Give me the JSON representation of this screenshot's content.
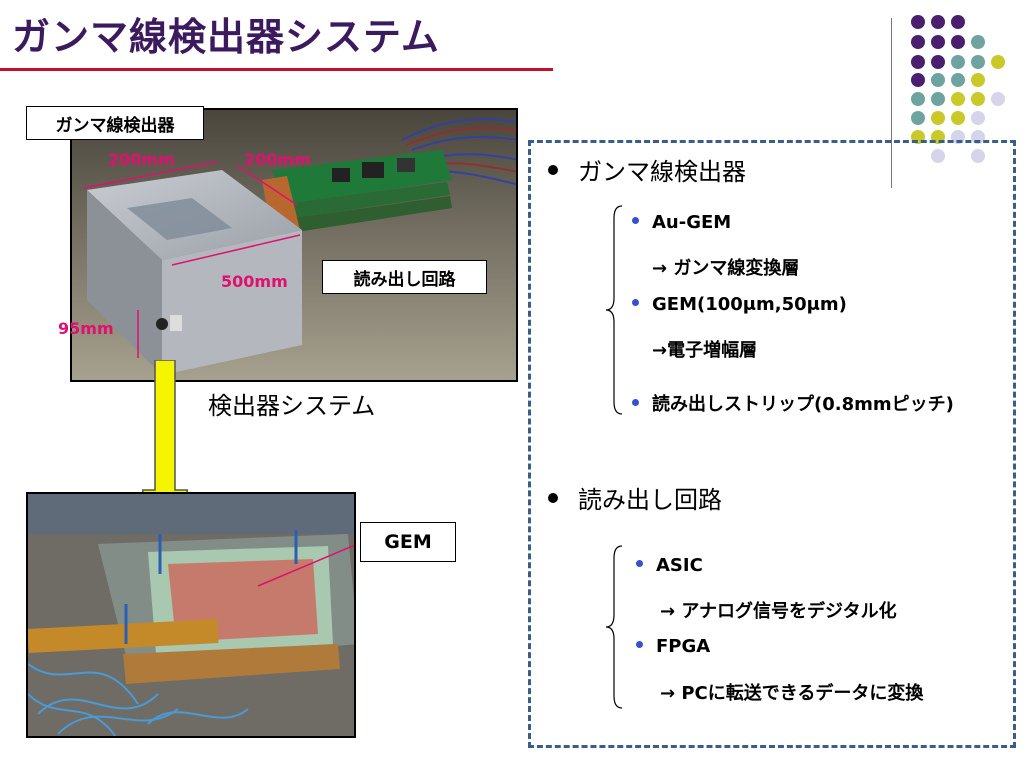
{
  "slide": {
    "title": "ガンマ線検出器システム"
  },
  "photo_top": {
    "label_detector": "ガンマ線検出器",
    "label_readout": "読み出し回路",
    "dim_width": "200mm",
    "dim_depth": "200mm",
    "dim_length": "500mm",
    "dim_height": "95mm",
    "caption": "検出器システム"
  },
  "photo_bottom": {
    "label_gem": "GEM"
  },
  "info": {
    "section1": {
      "heading": "ガンマ線検出器",
      "items": [
        {
          "label": "Au-GEM",
          "detail": "→ ガンマ線変換層"
        },
        {
          "label": "GEM(100μm,50μm)",
          "detail": "→電子増幅層"
        },
        {
          "label": "読み出しストリップ(0.8mmピッチ)",
          "detail": ""
        }
      ]
    },
    "section2": {
      "heading": "読み出し回路",
      "items": [
        {
          "label": "ASIC",
          "detail": "→ アナログ信号をデジタル化"
        },
        {
          "label": "FPGA",
          "detail": "→ PCに転送できるデータに変換"
        }
      ]
    }
  },
  "colors": {
    "title": "#3b1a5e",
    "rule": "#c8102e",
    "dimension": "#e0106f",
    "box_border": "#3a5e8c",
    "arrow": "#f5f500",
    "dot_purple": "#4b1f6f",
    "dot_teal": "#6fa3a0",
    "dot_yellow": "#c9c92a",
    "dot_lavender": "#d4d4ea"
  }
}
